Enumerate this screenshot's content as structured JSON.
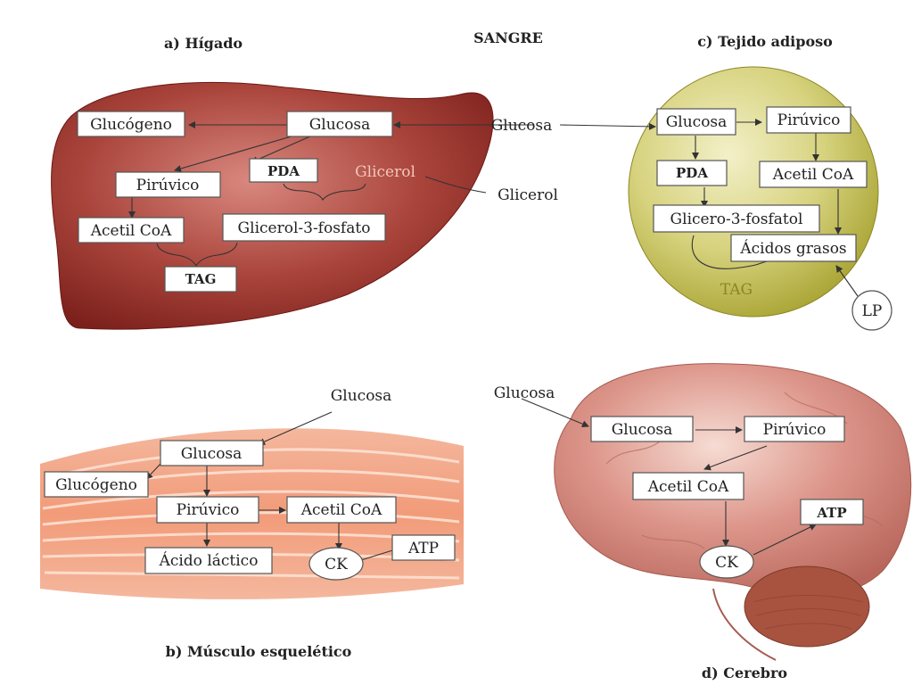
{
  "header": {
    "sangre": "SANGRE"
  },
  "liver": {
    "title": "a) Hígado",
    "glucogeno": "Glucógeno",
    "glucosa": "Glucosa",
    "piruvico": "Pirúvico",
    "pda": "PDA",
    "glicerol": "Glicerol",
    "acetil_coa": "Acetil CoA",
    "glicerol3": "Glicerol-3-fosfato",
    "tag": "TAG"
  },
  "blood": {
    "glucosa": "Glucosa",
    "glicerol": "Glicerol"
  },
  "adipose": {
    "title": "c) Tejido adiposo",
    "glucosa": "Glucosa",
    "piruvico": "Pirúvico",
    "pda": "PDA",
    "acetil_coa": "Acetil CoA",
    "glicero3": "Glicero-3-fosfatol",
    "acidos_grasos": "Ácidos grasos",
    "tag": "TAG",
    "lp": "LP"
  },
  "muscle": {
    "title": "b) Músculo esquelético",
    "glucosa_ext": "Glucosa",
    "glucosa": "Glucosa",
    "glucogeno": "Glucógeno",
    "piruvico": "Pirúvico",
    "acetil_coa": "Acetil CoA",
    "acido_lactico": "Ácido láctico",
    "ck": "CK",
    "atp": "ATP"
  },
  "brain": {
    "title": "d) Cerebro",
    "glucosa_ext": "Glucosa",
    "glucosa": "Glucosa",
    "piruvico": "Pirúvico",
    "acetil_coa": "Acetil CoA",
    "atp": "ATP",
    "ck": "CK"
  },
  "colors": {
    "liver": "#8e2a25",
    "adipose": "#bdb84a",
    "muscle": "#f09e7e",
    "brain": "#d48074",
    "cerebellum": "#a7533f"
  }
}
